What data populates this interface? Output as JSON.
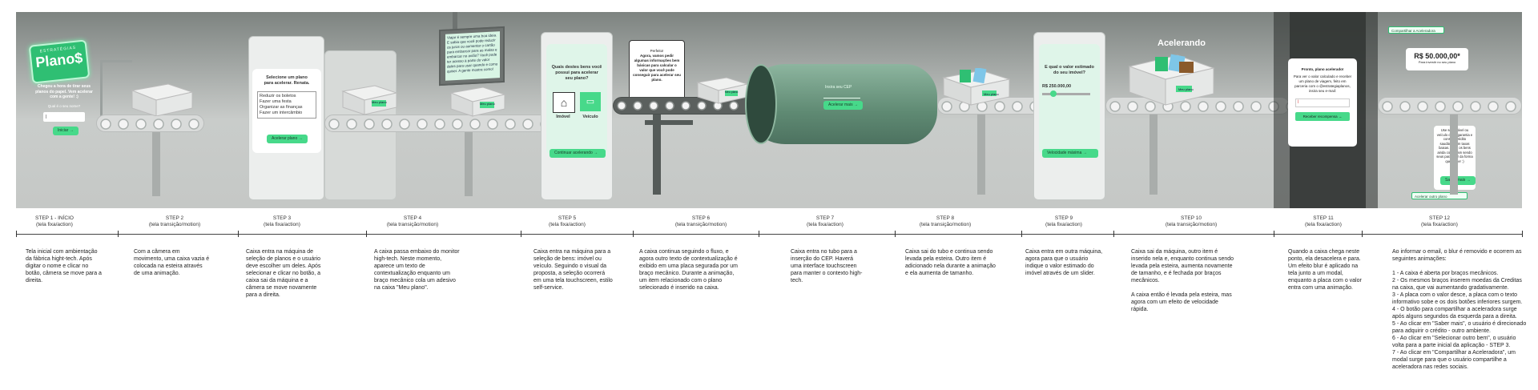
{
  "step1": {
    "logo_top": "ESTRATÉGIAS",
    "logo_main": "Plano$",
    "intro": "Chegou a hora de tirar seus planos do papel. Vem acelerar com a gente! :)",
    "name_label": "Qual é o seu nome?",
    "name_value": "|",
    "start_button": "Iniciar"
  },
  "step3": {
    "title": "Selecione um plano para acelerar. Renata.",
    "options": [
      "Reduzir os boletos",
      "Fazer uma festa",
      "Organizar as finanças",
      "Fazer um intercâmbio"
    ],
    "button": "Acelerar plano",
    "label": "Meu plano"
  },
  "step4": {
    "monitor_text": "Viajar é sempre uma boa ideia. E sabia que você pode reduzir os juros ou aumentar o cartão para embarcar para as malas e embarcar no avião? Você pode ter acesso à parte do valor deles para usar quando e como quiser. A gente mostra como!",
    "label": "Meu plano"
  },
  "step5": {
    "title": "Quais destes bens você possui para acelerar seu plano?",
    "opt1": "Imóvel",
    "opt2": "Veículo",
    "button": "Continuar acelerando"
  },
  "step6": {
    "card_title": "Perfeito!",
    "card_text": "Agora, vamos pedir algumas informações bem básicas para calcular o valor que você pode conseguir para acelerar seu plano.",
    "label": "Meu plano"
  },
  "step7": {
    "label": "Insira seu CEP",
    "button": "Acelerar mais"
  },
  "step8": {
    "label": "Meu plano"
  },
  "step9": {
    "title": "E qual o valor estimado do seu imóvel?",
    "value": "R$ 250.000,00",
    "button": "Velocidade máxima"
  },
  "step10": {
    "title": "Acelerando",
    "label": "Meu plano"
  },
  "step11": {
    "title": "Pronto, plano acelerado!",
    "text": "Para ver o valor calculado e receber um plano de viagem, feito em parceria com o @estrategiaplanos, insira seu e-mail:",
    "input": "|",
    "button": "Receber recompensa"
  },
  "step12": {
    "share_link": "Compartilhar a Aceleradora",
    "amount": "R$ 50.000,00*",
    "amount_sub": "Para investir no seu plano",
    "text": "Use seu imóvel ou veículo como garantia e consiga crédito saudável com taxas baixas. Ah, e os bens ainda continuam sendo seus para usar da forma que quiser :)",
    "button": "Saber mais",
    "button2": "Acelerar outro plano"
  },
  "timeline": [
    {
      "title": "STEP 1 - INÍCIO",
      "sub": "(tela fixa/action)",
      "caption": "Tela inicial com ambientação da fábrica hight-tech. Após digitar o nome e clicar no botão, câmera se move para a direita."
    },
    {
      "title": "STEP 2",
      "sub": "(tela transição/motion)",
      "caption": "Com a câmera em movimento, uma caixa vazia é colocada na esteira através de uma animação."
    },
    {
      "title": "STEP 3",
      "sub": "(tela fixa/action)",
      "caption": "Caixa entra na máquina de seleção de planos e o usuário deve escolher um deles. Após selecionar e clicar no botão, a caixa sai da máquina e a câmera se move novamente para a direita."
    },
    {
      "title": "STEP 4",
      "sub": "(tela transição/motion)",
      "caption": "A caixa passa embaixo do monitor high-tech. Neste momento, aparece um texto de contextualização enquanto um braço mecânico cola um adesivo na caixa \"Meu plano\"."
    },
    {
      "title": "STEP 5",
      "sub": "(tela fixa/action)",
      "caption": "Caixa entra na máquina para a seleção de bens: imóvel ou veículo. Seguindo o visual da proposta, a seleção ocorrerá em uma tela touchscreen, estilo self-service."
    },
    {
      "title": "STEP 6",
      "sub": "(tela transição/motion)",
      "caption": "A caixa continua seguindo o fluxo, e agora outro texto de contextualização é exibido em uma placa segurada por um braço mecânico. Durante a animação, um item relacionado com o plano selecionado é inserido na caixa."
    },
    {
      "title": "STEP 7",
      "sub": "(tela fixa/action)",
      "caption": "Caixa entra no tubo para a inserção do CEP. Haverá uma interface touchscreen para manter o contexto high-tech."
    },
    {
      "title": "STEP 8",
      "sub": "(tela transição/motion)",
      "caption": "Caixa sai do tubo e continua sendo levada pela esteira. Outro item é adicionado nela durante a animação e ela aumenta de tamanho."
    },
    {
      "title": "STEP 9",
      "sub": "(tela fixa/action)",
      "caption": "Caixa entra em outra máquina, agora para que o usuário indique o valor estimado do imóvel através de um slider."
    },
    {
      "title": "STEP 10",
      "sub": "(tela transição/motion)",
      "caption": "Caixa sai da máquina, outro item é inserido nela e, enquanto continua sendo levada pela esteira, aumenta novamente de tamanho, e é fechada por braços mecânicos.",
      "caption2": "A caixa então é levada pela esteira, mas agora com um efeito de velocidade rápida."
    },
    {
      "title": "STEP 11",
      "sub": "(tela fixa/action)",
      "caption": "Quando a caixa chega neste ponto, ela desacelera e para. Um efeito blur é aplicado na tela junto a um modal, enquanto a placa com o valor entra com uma animação."
    },
    {
      "title": "STEP 12",
      "sub": "(tela fixa/action)",
      "caption": "Ao informar o email, o blur é removido e ocorrem as seguintes animações:",
      "list": [
        "1 - A caixa é aberta por braços mecânicos.",
        "2 - Os mesmos braços inserem moedas da Creditas na caixa, que vai aumentando gradativamente.",
        "3 - A placa com o valor desce, a placa com o texto informativo sobe e os dois botões inferiores surgem.",
        "4 - O botão para compartilhar a aceleradora surge após alguns segundos da esquerda para a direita.",
        "5 - Ao clicar em \"Saber mais\", o usuário é direcionado para adquirir o crédito - outro ambiente.",
        "6 - Ao clicar em \"Selecionar outro bem\", o usuário volta para a parte inicial da aplicação - STEP 3.",
        "7 - Ao clicar em \"Compartilhar a Aceleradora\", um modal surge para que o usuário compartilhe a aceleradora nas redes sociais."
      ]
    }
  ]
}
